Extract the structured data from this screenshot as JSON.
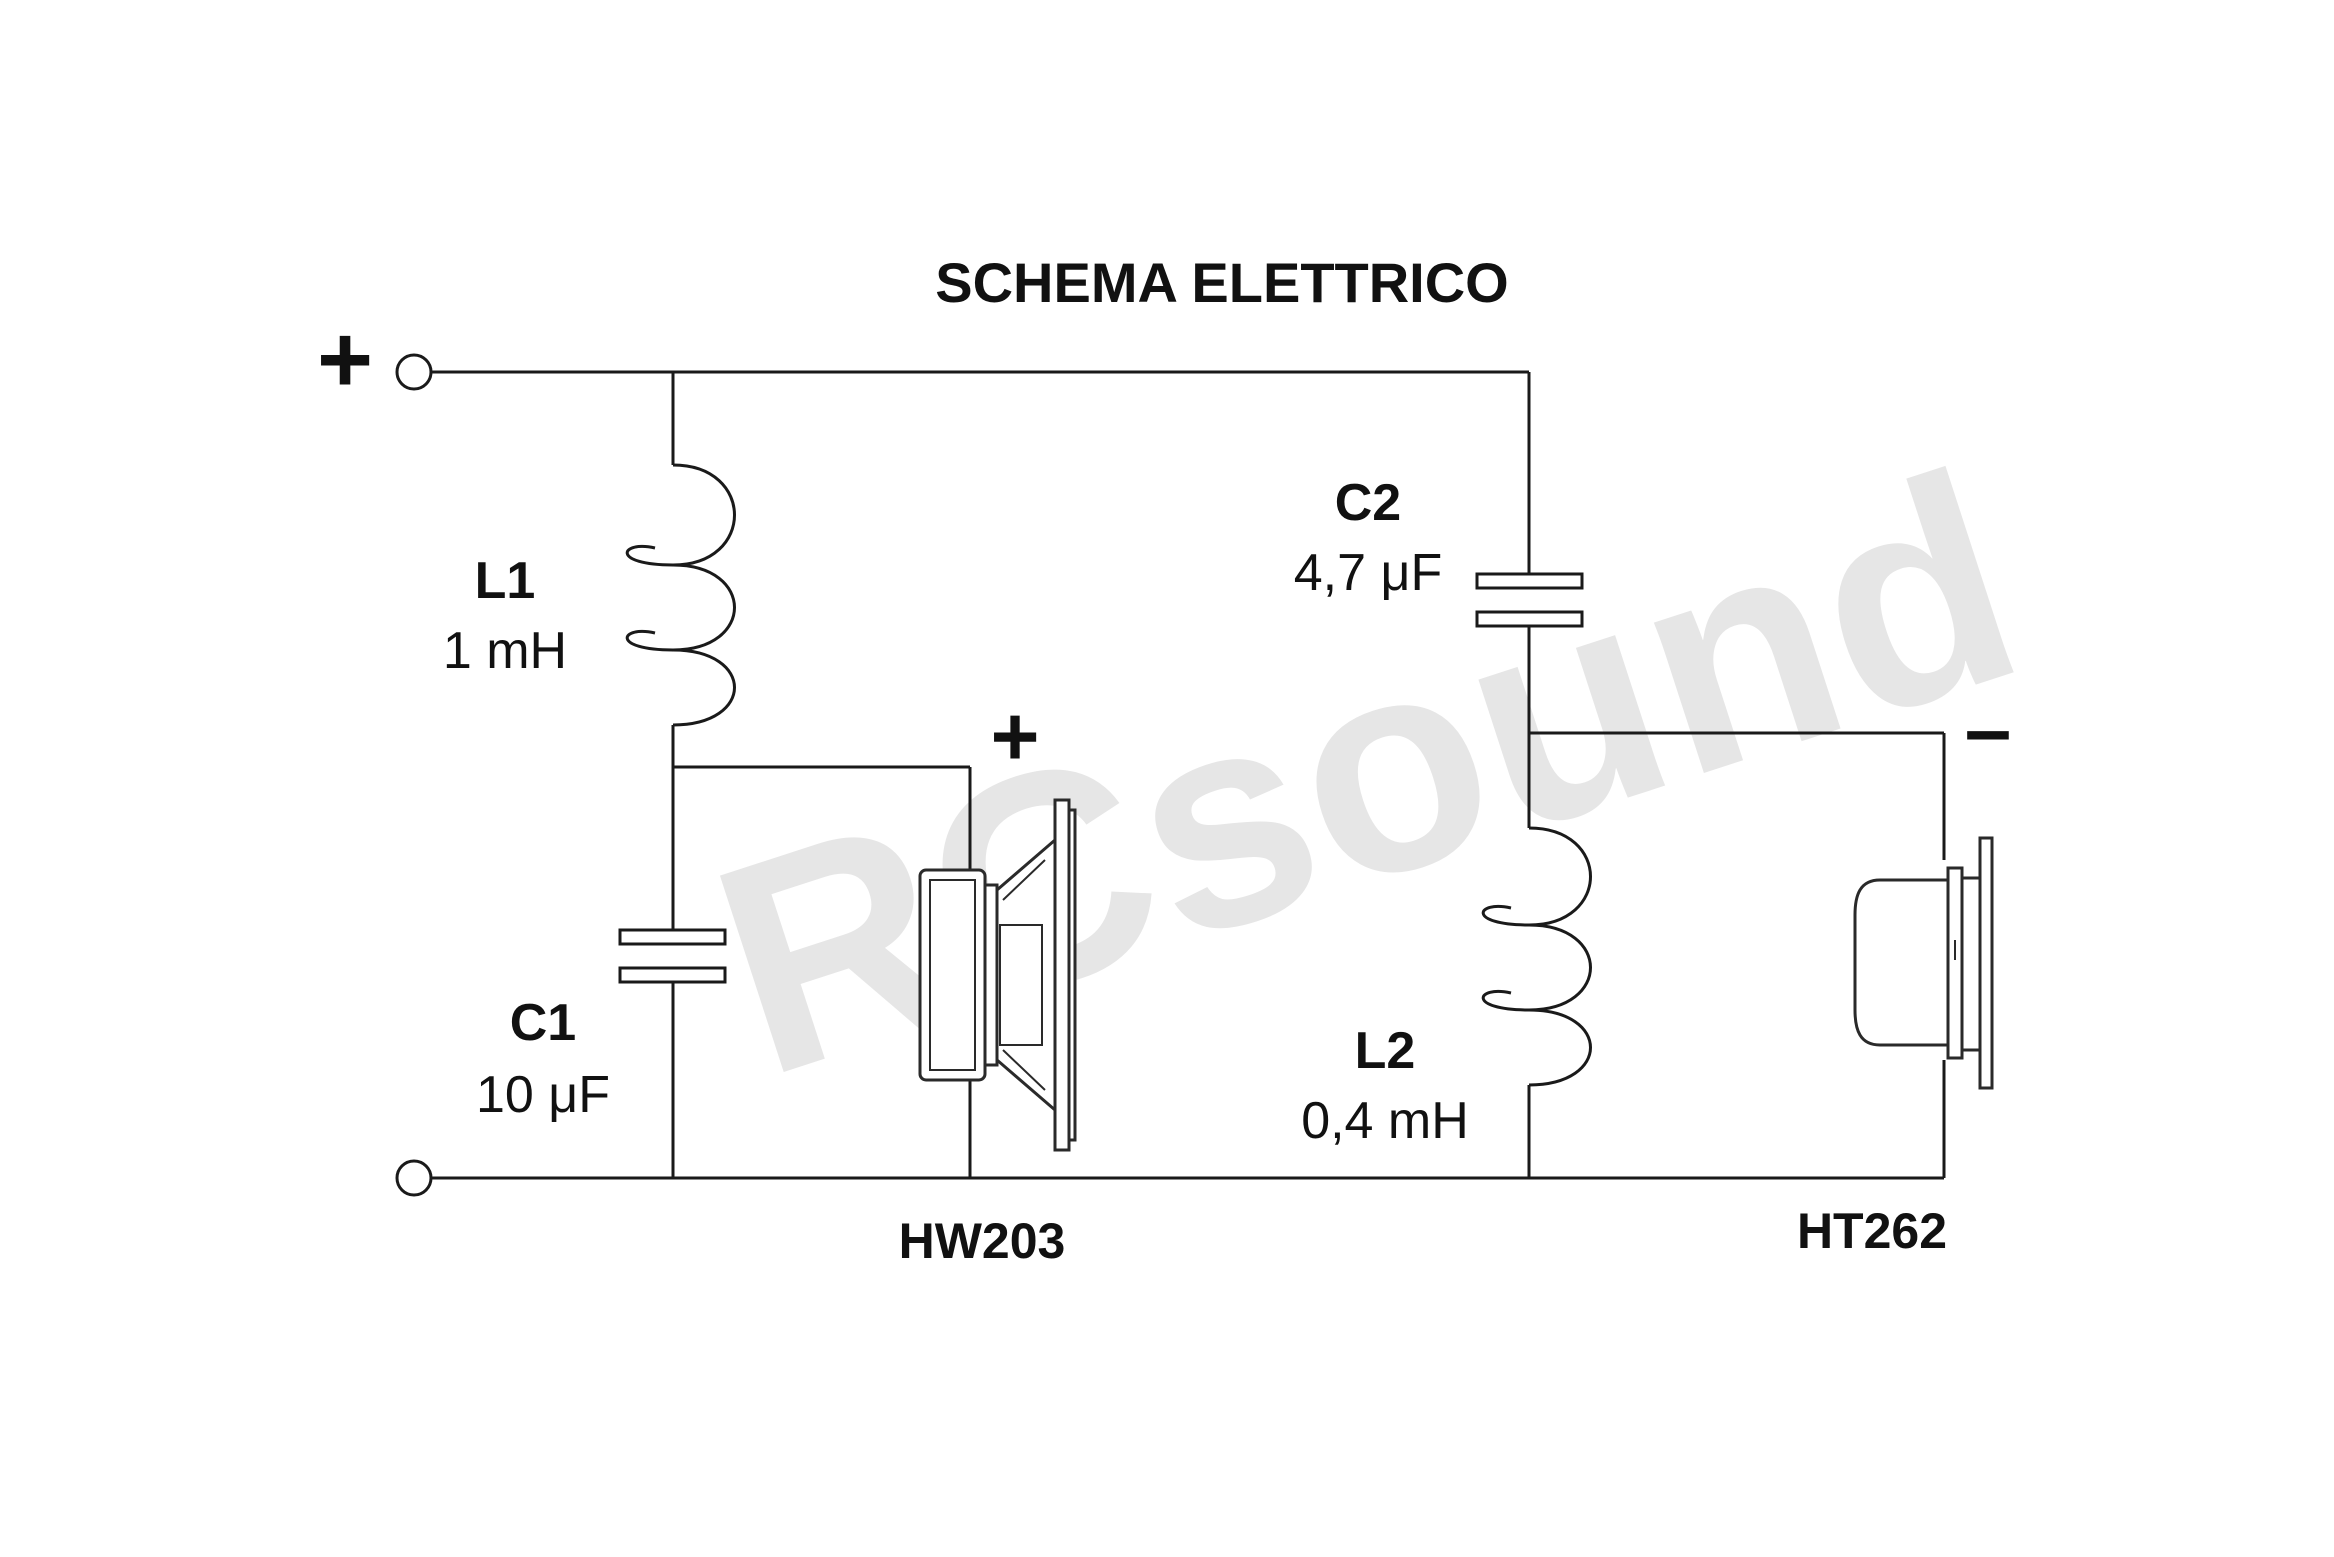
{
  "title": "SCHEMA ELETTRICO",
  "watermark": "RCsound",
  "terminals": {
    "positive": "+",
    "negative": ""
  },
  "components": {
    "L1": {
      "name": "L1",
      "value": "1 mH"
    },
    "C1": {
      "name": "C1",
      "value": "10 μF"
    },
    "C2": {
      "name": "C2",
      "value": "4,7 μF"
    },
    "L2": {
      "name": "L2",
      "value": "0,4 mH"
    }
  },
  "speakers": {
    "woofer": {
      "model": "HW203",
      "polarity": "+"
    },
    "tweeter": {
      "model": "HT262",
      "polarity": "–"
    }
  },
  "colors": {
    "line": "#1a1a1a",
    "watermark": "#e6e6e6"
  }
}
